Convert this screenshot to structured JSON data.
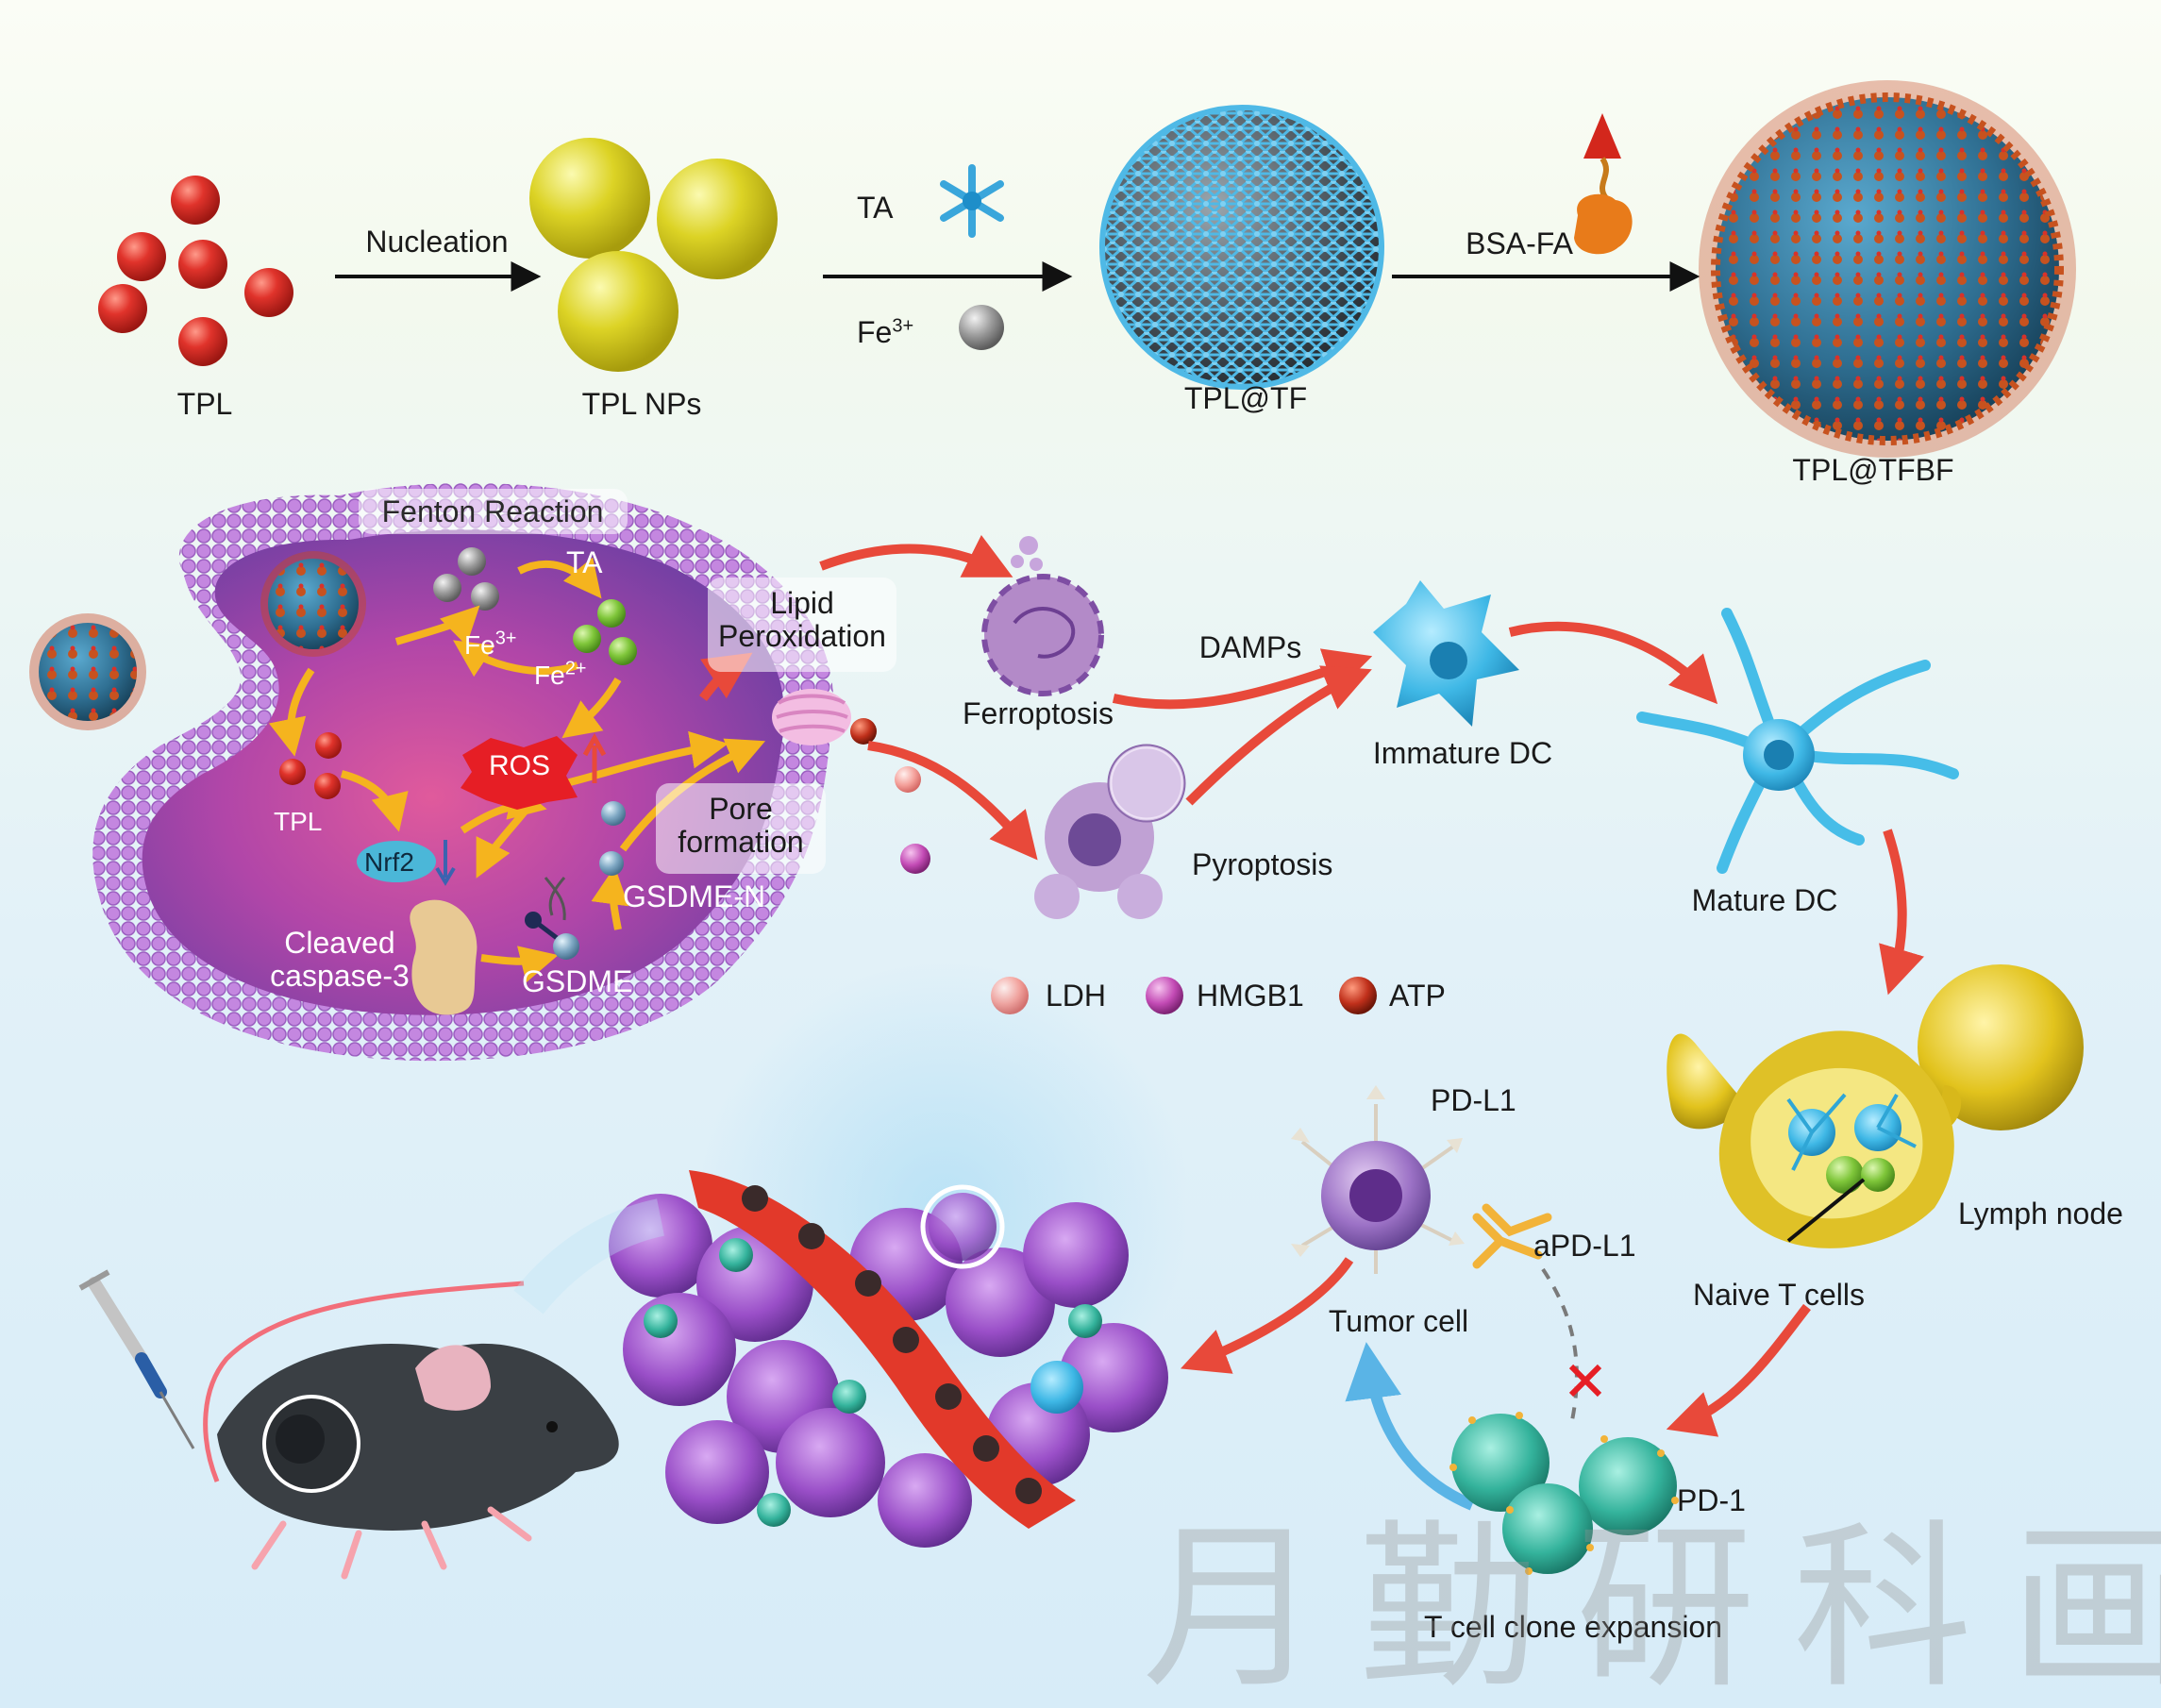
{
  "synthesis": {
    "tpl": "TPL",
    "nucleation": "Nucleation",
    "tpl_nps": "TPL NPs",
    "ta": "TA",
    "fe3_base": "Fe",
    "fe3_sup": "3+",
    "tpl_tf": "TPL@TF",
    "bsa_fa": "BSA-FA",
    "tpl_tfbf": "TPL@TFBF"
  },
  "cell": {
    "fenton": "Fenton Reaction",
    "ta": "TA",
    "fe3_base": "Fe",
    "fe3_sup": "3+",
    "fe2_base": "Fe",
    "fe2_sup": "2+",
    "lipid_line1": "Lipid",
    "lipid_line2": "Peroxidation",
    "ros": "ROS",
    "tpl": "TPL",
    "nrf2": "Nrf2",
    "pore_line1": "Pore",
    "pore_line2": "formation",
    "gsdme_n": "GSDME-N",
    "caspase_line1": "Cleaved",
    "caspase_line2": "caspase-3",
    "gsdme": "GSDME"
  },
  "immune": {
    "ferroptosis": "Ferroptosis",
    "damps": "DAMPs",
    "immature_dc": "Immature DC",
    "pyroptosis": "Pyroptosis",
    "mature_dc": "Mature DC",
    "legend": [
      "LDH",
      "HMGB1",
      "ATP"
    ],
    "pd_l1": "PD-L1",
    "apd_l1": "aPD-L1",
    "tumor_cell": "Tumor cell",
    "lymph_node": "Lymph node",
    "naive_t": "Naive T cells",
    "pd_1": "PD-1",
    "t_expansion": "T cell clone expansion"
  },
  "watermark": "月勤研科画",
  "colors": {
    "arrow_red": "#e8493a",
    "arrow_yellow": "#f5b41e",
    "arrow_blue": "#5ab4e6",
    "cell_purple": "#a467c8",
    "dc_blue": "#3fb8e6",
    "tpl_red": "#e1352e",
    "np_yellow": "#e2da2a",
    "tf_blue": "#3aa3d6"
  }
}
